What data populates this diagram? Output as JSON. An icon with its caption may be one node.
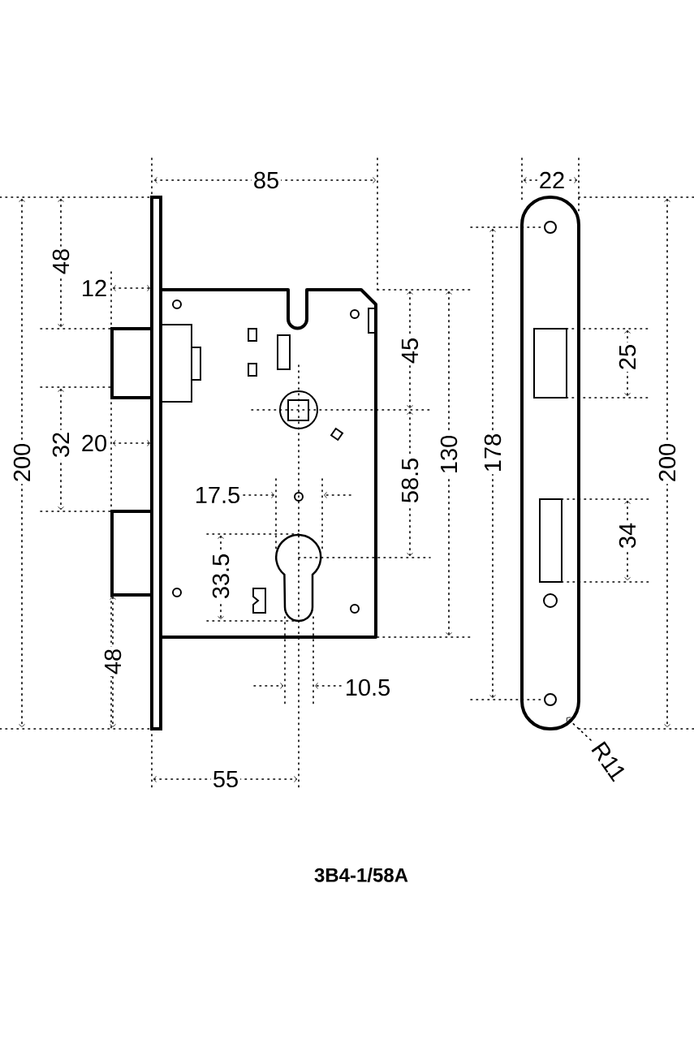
{
  "diagram": {
    "caption": "3B4-1/58A",
    "labels": [
      "85",
      "22",
      "48",
      "12",
      "45",
      "25",
      "200",
      "32",
      "20",
      "58.5",
      "130",
      "178",
      "200",
      "17.5",
      "34",
      "33.5",
      "48",
      "10.5",
      "R11",
      "55"
    ]
  }
}
